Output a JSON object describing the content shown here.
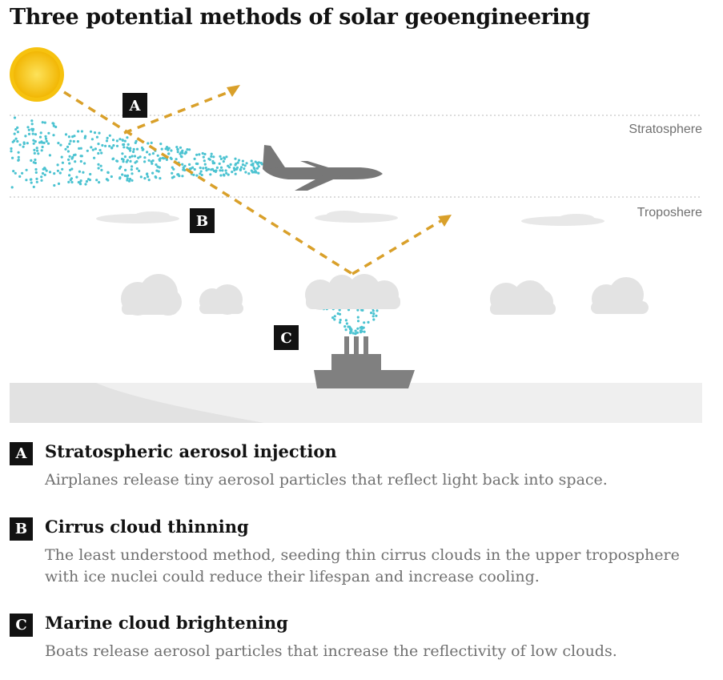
{
  "title": "Three potential methods of solar geoengineering",
  "diagram": {
    "layer_labels": {
      "stratosphere": "Stratosphere",
      "troposphere": "Troposhere"
    },
    "markers": {
      "a": "A",
      "b": "B",
      "c": "C"
    },
    "colors": {
      "sun": "#f5c518",
      "arrow": "#d9a02a",
      "particles": "#4cc3d1",
      "aircraft": "#777777",
      "ship": "#808080",
      "cloud": "#e4e4e4",
      "ground": "#efefef",
      "marker_bg": "#121212"
    }
  },
  "methods": [
    {
      "letter": "A",
      "heading": "Stratospheric aerosol injection",
      "description": "Airplanes release tiny aerosol particles that reflect light back into space."
    },
    {
      "letter": "B",
      "heading": "Cirrus cloud thinning",
      "description": "The least understood method, seeding thin cirrus clouds in the upper troposphere with ice nuclei could reduce their lifespan and increase cooling."
    },
    {
      "letter": "C",
      "heading": "Marine cloud brightening",
      "description": "Boats release aerosol particles that increase the reflectivity of low clouds."
    }
  ]
}
